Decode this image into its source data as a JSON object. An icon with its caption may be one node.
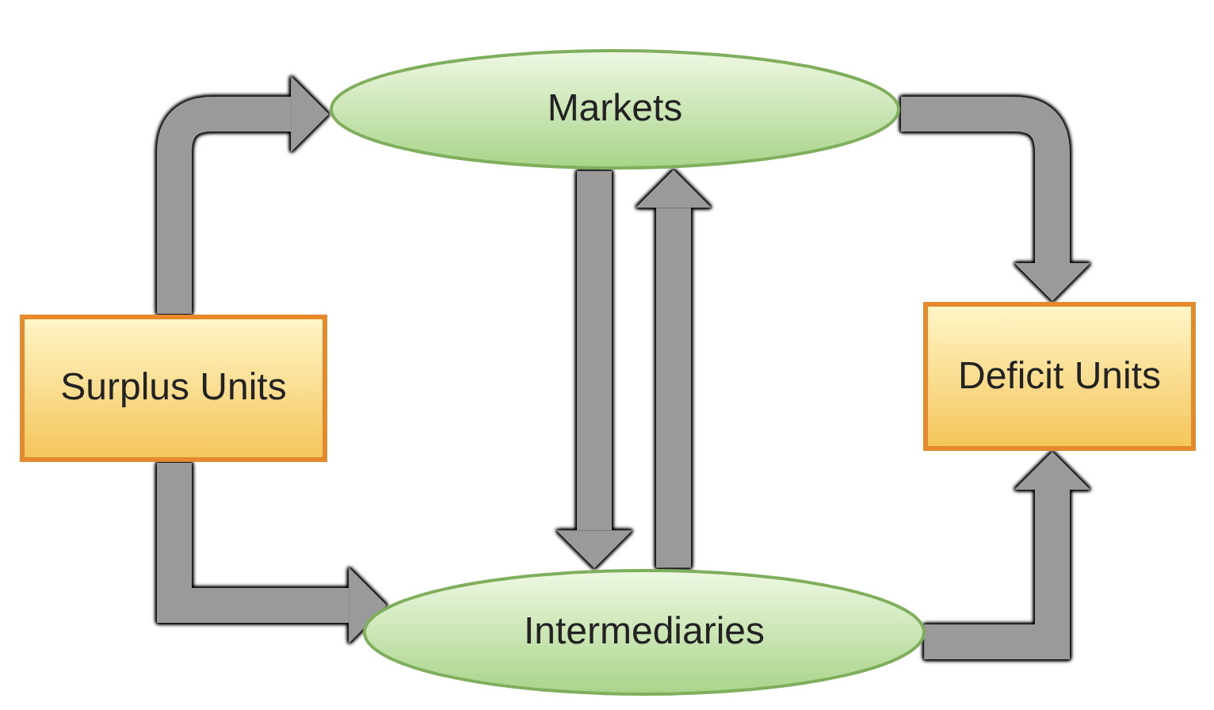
{
  "diagram": {
    "nodes": [
      {
        "text": [
          "Markets"
        ]
      },
      {
        "text": [
          "Surplus Units"
        ]
      },
      {
        "text": [
          "Deficit Units"
        ]
      },
      {
        "text": [
          "Intermediaries"
        ]
      }
    ],
    "edges": [
      {
        "from": 1,
        "to": 0,
        "arrow": "to"
      },
      {
        "from": 0,
        "to": 2,
        "arrow": "to"
      },
      {
        "from": 0,
        "to": 3,
        "arrow": "to"
      },
      {
        "from": 3,
        "to": 0,
        "arrow": "to"
      },
      {
        "from": 1,
        "to": 3,
        "arrow": "to"
      },
      {
        "from": 3,
        "to": 2,
        "arrow": "to"
      }
    ]
  }
}
